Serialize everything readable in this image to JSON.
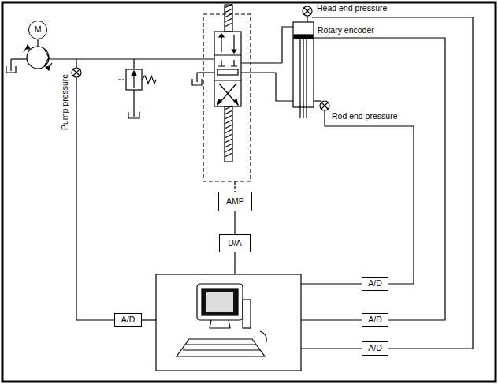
{
  "diagram": {
    "nodes": [
      {
        "text": [
          "M"
        ]
      },
      {
        "text": [
          "AMP"
        ]
      },
      {
        "text": [
          "D/A"
        ]
      },
      {
        "text": [
          "A/D"
        ]
      },
      {
        "text": [
          "A/D"
        ]
      },
      {
        "text": [
          "A/D"
        ]
      },
      {
        "text": [
          "A/D"
        ]
      }
    ],
    "edges": [
      {
        "from": 2,
        "to": 1,
        "arrow": "none"
      }
    ],
    "labels": [
      "Head end pressure",
      "Rotary encoder",
      "Rod end pressure",
      "Pump pressure"
    ]
  }
}
